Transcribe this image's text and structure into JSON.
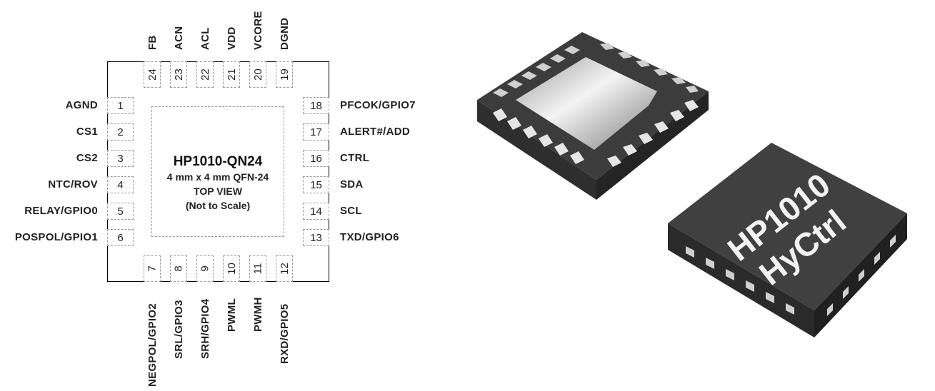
{
  "part_number": "HP1010-QN24",
  "package": "4 mm x 4 mm QFN-24",
  "view": "TOP VIEW",
  "scale_note": "(Not to Scale)",
  "chip_marking": {
    "line1": "HP1010",
    "line2": "HyCtrl"
  },
  "pins_left": [
    {
      "num": "1",
      "name": "AGND"
    },
    {
      "num": "2",
      "name": "CS1"
    },
    {
      "num": "3",
      "name": "CS2"
    },
    {
      "num": "4",
      "name": "NTC/ROV"
    },
    {
      "num": "5",
      "name": "RELAY/GPIO0"
    },
    {
      "num": "6",
      "name": "POSPOL/GPIO1"
    }
  ],
  "pins_bottom": [
    {
      "num": "7",
      "name": "NEGPOL/GPIO2"
    },
    {
      "num": "8",
      "name": "SRL/GPIO3"
    },
    {
      "num": "9",
      "name": "SRH/GPIO4"
    },
    {
      "num": "10",
      "name": "PWML"
    },
    {
      "num": "11",
      "name": "PWMH"
    },
    {
      "num": "12",
      "name": "RXD/GPIO5"
    }
  ],
  "pins_right": [
    {
      "num": "13",
      "name": "TXD/GPIO6"
    },
    {
      "num": "14",
      "name": "SCL"
    },
    {
      "num": "15",
      "name": "SDA"
    },
    {
      "num": "16",
      "name": "CTRL"
    },
    {
      "num": "17",
      "name": "ALERT#/ADD"
    },
    {
      "num": "18",
      "name": "PFCOK/GPIO7"
    }
  ],
  "pins_top": [
    {
      "num": "19",
      "name": "DGND"
    },
    {
      "num": "20",
      "name": "VCORE"
    },
    {
      "num": "21",
      "name": "VDD"
    },
    {
      "num": "22",
      "name": "ACL"
    },
    {
      "num": "23",
      "name": "ACN"
    },
    {
      "num": "24",
      "name": "FB"
    }
  ],
  "colors": {
    "body": "#3a3a3a",
    "body_top": "#4a4a4a",
    "pad_metal": "#d8d8d8",
    "outline": "#000000"
  }
}
